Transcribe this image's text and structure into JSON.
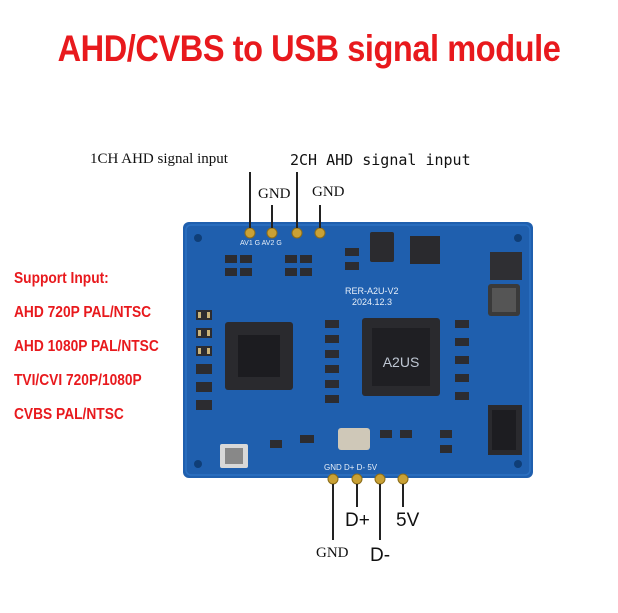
{
  "title": "AHD/CVBS  to USB signal module",
  "pins_top": {
    "ch1_label": "1CH AHD signal input",
    "ch2_label": "2CH AHD signal input",
    "gnd_left": "GND",
    "gnd_right": "GND"
  },
  "pins_bottom": {
    "gnd": "GND",
    "dplus": "D+",
    "dminus": "D-",
    "v5": "5V"
  },
  "support": {
    "heading": "Support  Input:",
    "items": [
      "AHD 720P   PAL/NTSC",
      "AHD 1080P PAL/NTSC",
      "TVI/CVI  720P/1080P",
      "CVBS   PAL/NTSC"
    ]
  },
  "board": {
    "silk_model": "RER-A2U-V2",
    "silk_date": "2024.12.3",
    "chip_label": "A2US",
    "pad_top": [
      "AV1",
      "G",
      "AV2",
      "G"
    ],
    "pad_bottom": [
      "GND",
      "D+",
      "D-",
      "5V"
    ]
  },
  "colors": {
    "title": "#e8191d",
    "board": "#1f5fae"
  }
}
